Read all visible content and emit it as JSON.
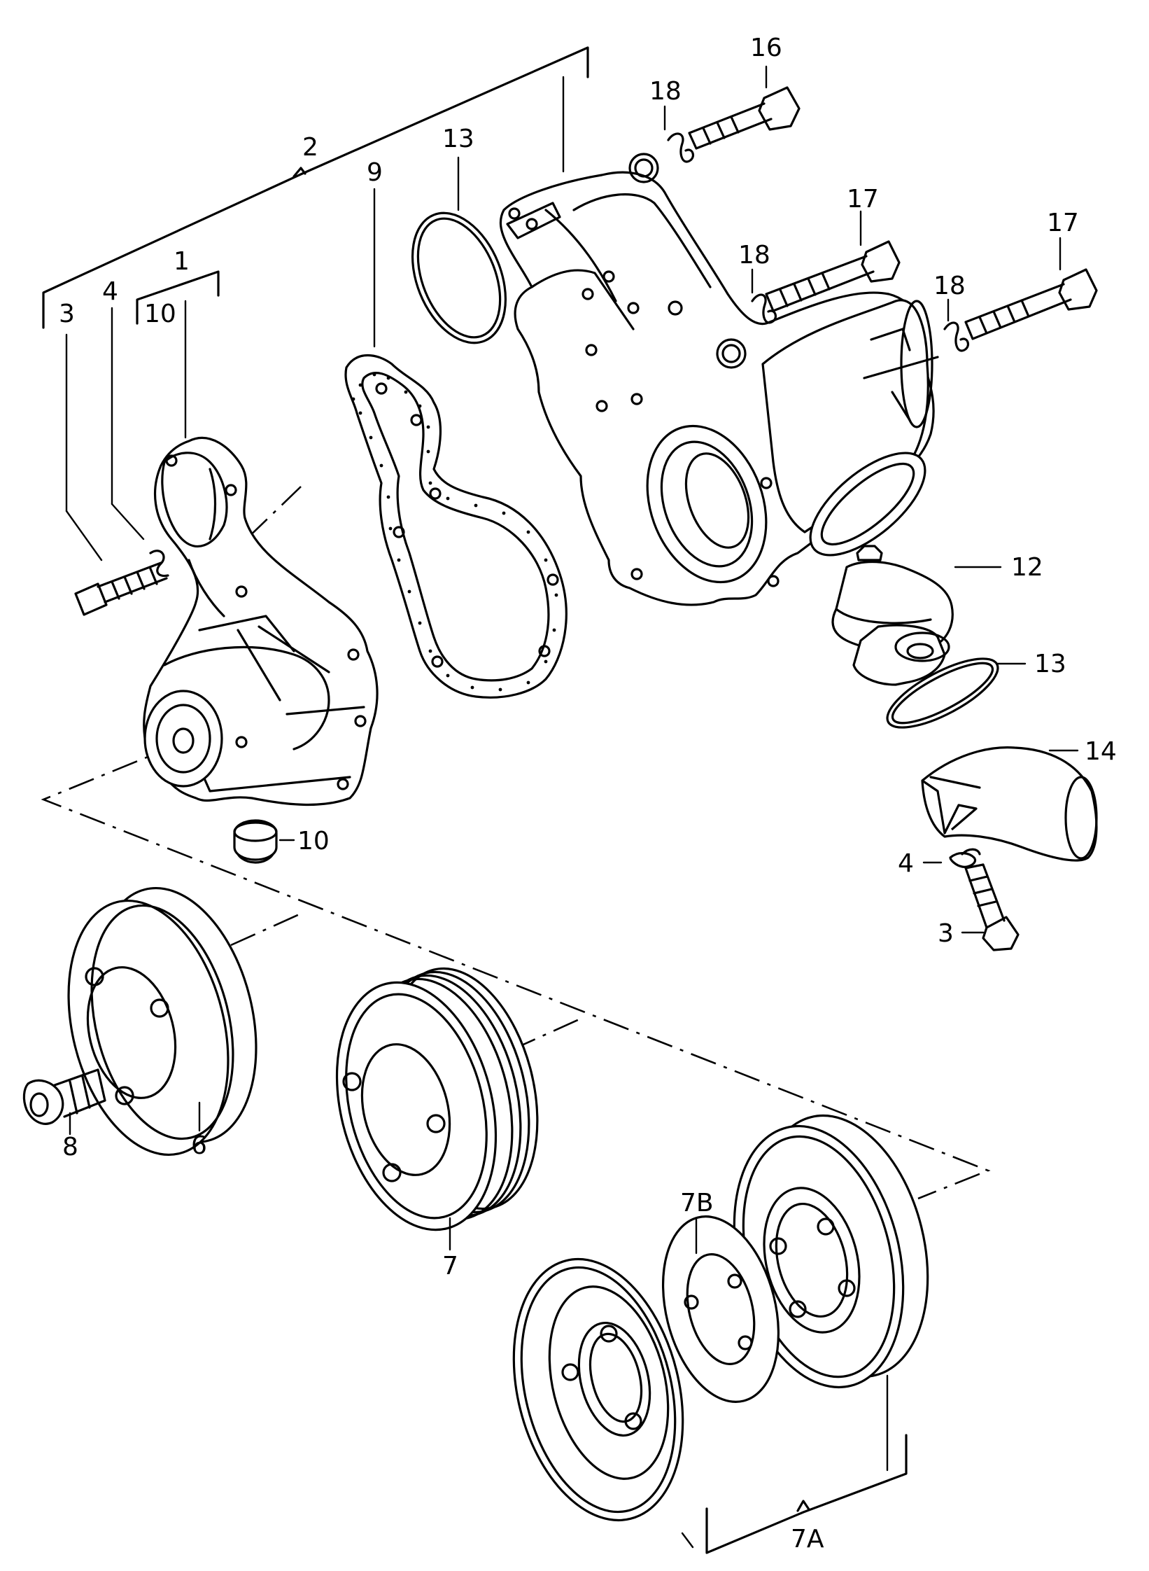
{
  "callouts": {
    "c1": "1",
    "c2": "2",
    "c3a": "3",
    "c3b": "3",
    "c4a": "4",
    "c4b": "4",
    "c6": "6",
    "c7": "7",
    "c7a": "7A",
    "c7b": "7B",
    "c8": "8",
    "c9": "9",
    "c10a": "10",
    "c10b": "10",
    "c12": "12",
    "c13a": "13",
    "c13b": "13",
    "c14": "14",
    "c16": "16",
    "c17a": "17",
    "c17b": "17",
    "c18a": "18",
    "c18b": "18",
    "c18c": "18"
  }
}
